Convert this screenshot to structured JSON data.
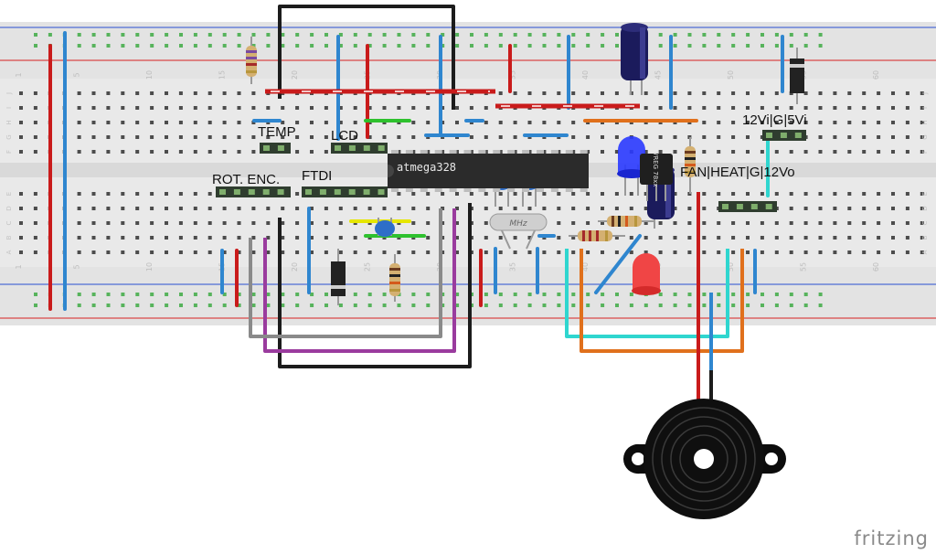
{
  "labels": {
    "temp": "TEMP",
    "lcd": "LCD",
    "rot_enc": "ROT. ENC.",
    "ftdi": "FTDI",
    "power_in": "12Vi|G|5Vi",
    "fan_out": "FAN|HEAT|G|12Vo",
    "mcu": "atmega328",
    "crystal": "MHz",
    "vreg": "VREG 78xx"
  },
  "breadboard": {
    "column_numbers": [
      "1",
      "5",
      "10",
      "15",
      "20",
      "25",
      "30",
      "35",
      "40",
      "45",
      "50",
      "55",
      "60"
    ],
    "row_letters_top": [
      "J",
      "I",
      "H",
      "G",
      "F"
    ],
    "row_letters_bottom": [
      "E",
      "D",
      "C",
      "B",
      "A"
    ]
  },
  "watermark": "fritzing",
  "colors": {
    "board": "#e9e9e9",
    "rail_red": "#d72020",
    "rail_blue": "#2a4fd0",
    "hole_green": "#57b35c",
    "wire_red": "#c91b1b",
    "wire_blue": "#2f86cf",
    "wire_green": "#2ec12e",
    "wire_orange": "#e0701c",
    "wire_cyan": "#2fd6cf",
    "wire_purple": "#9a3b9e",
    "wire_gray": "#8a8a8a",
    "wire_black": "#1c1c1c",
    "wire_yellow": "#e6e600",
    "chip": "#2b2b2b",
    "header": "#2f3d2f"
  }
}
